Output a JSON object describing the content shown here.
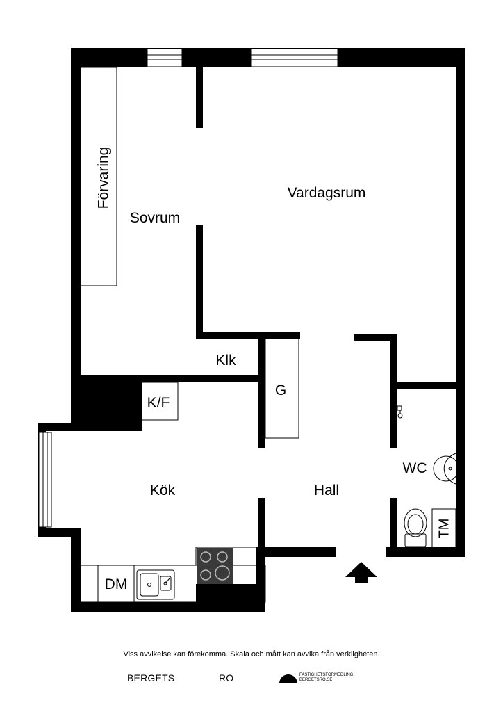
{
  "rooms": {
    "forvaring": "Förvaring",
    "sovrum": "Sovrum",
    "vardagsrum": "Vardagsrum",
    "klk": "Klk",
    "g": "G",
    "kf": "K/F",
    "wc": "WC",
    "kok": "Kök",
    "hall": "Hall",
    "tm": "TM",
    "dm": "DM"
  },
  "footer": {
    "disclaimer": "Viss avvikelse kan förekomma. Skala och mått kan avvika från verkligheten.",
    "brand_left": "BERGETS",
    "brand_right": "RO",
    "agency_line1": "FASTIGHETSFÖRMEDLING",
    "agency_line2": "BERGETSRO.SE"
  },
  "colors": {
    "wall": "#000000",
    "background": "#ffffff",
    "fixture_line": "#000000",
    "stove_top": "#3a3a3a"
  },
  "icons": [
    "entrance-arrow-icon",
    "sink-icon",
    "stove-icon",
    "toilet-icon",
    "washbasin-icon",
    "shower-icon"
  ]
}
